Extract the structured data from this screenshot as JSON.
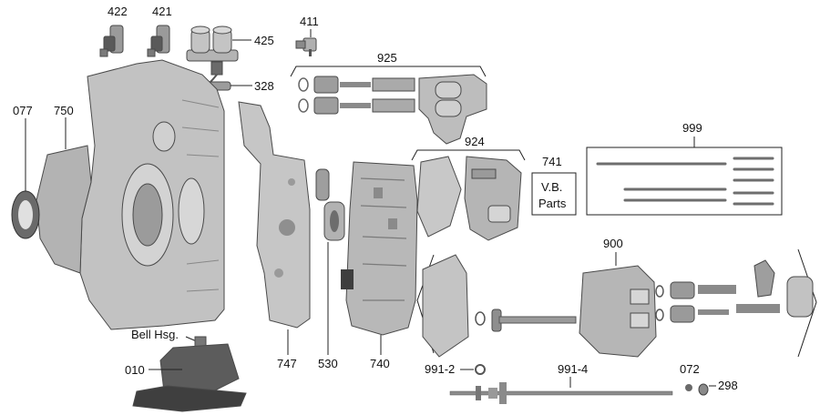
{
  "labels": {
    "p422": "422",
    "p421": "421",
    "p425": "425",
    "p411": "411",
    "p328": "328",
    "p925": "925",
    "p077": "077",
    "p750": "750",
    "p924": "924",
    "p741": "741",
    "vb_line1": "V.B.",
    "vb_line2": "Parts",
    "p999": "999",
    "p900": "900",
    "bell_hsg": "Bell Hsg.",
    "p010": "010",
    "p747": "747",
    "p530": "530",
    "p740": "740",
    "p991_2": "991-2",
    "p991_4": "991-4",
    "p072": "072",
    "p298": "298"
  },
  "colors": {
    "part_light": "#c9c9c9",
    "part_mid": "#a9a9a9",
    "part_dark": "#555555",
    "spring": "#8a8a8a",
    "line": "#222222"
  }
}
